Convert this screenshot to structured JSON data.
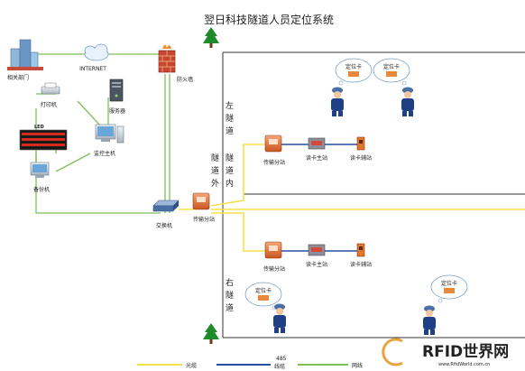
{
  "title": "翌日科技隧道人员定位系统",
  "labels": {
    "dept": "相关部门",
    "internet": "INTERNET",
    "firewall": "防火墙",
    "printer": "打印机",
    "server": "服务器",
    "led": "LED",
    "monitor_host": "监控主机",
    "backup": "备份机",
    "switch": "交换机",
    "transfer_out": "传输分站",
    "outside_tunnel": [
      "隧",
      "道",
      "外"
    ],
    "inside_tunnel": [
      "隧",
      "道",
      "内"
    ],
    "left_tunnel": [
      "左",
      "隧",
      "道"
    ],
    "right_tunnel": [
      "右",
      "隧",
      "道"
    ],
    "transfer_top": "传输分站",
    "reader_main_top": "读卡主站",
    "reader_aux_top": "读卡辅站",
    "transfer_bot": "传输分站",
    "reader_main_bot": "读卡主站",
    "reader_aux_bot": "读卡辅站",
    "tag_top1": "定位卡",
    "tag_top2": "定位卡",
    "tag_bot1": "定位卡",
    "tag_bot2": "定位卡"
  },
  "legend": {
    "optical": "光缆",
    "rs485": [
      "485",
      "线缆"
    ],
    "network": "网线"
  },
  "watermark": {
    "brand": "RFID世界网",
    "url": "www.RfidWorld.com.cn"
  },
  "colors": {
    "optical": "#f5e04a",
    "rs485": "#2a4fa3",
    "network": "#7fc05a",
    "title": "#3a86c8"
  }
}
